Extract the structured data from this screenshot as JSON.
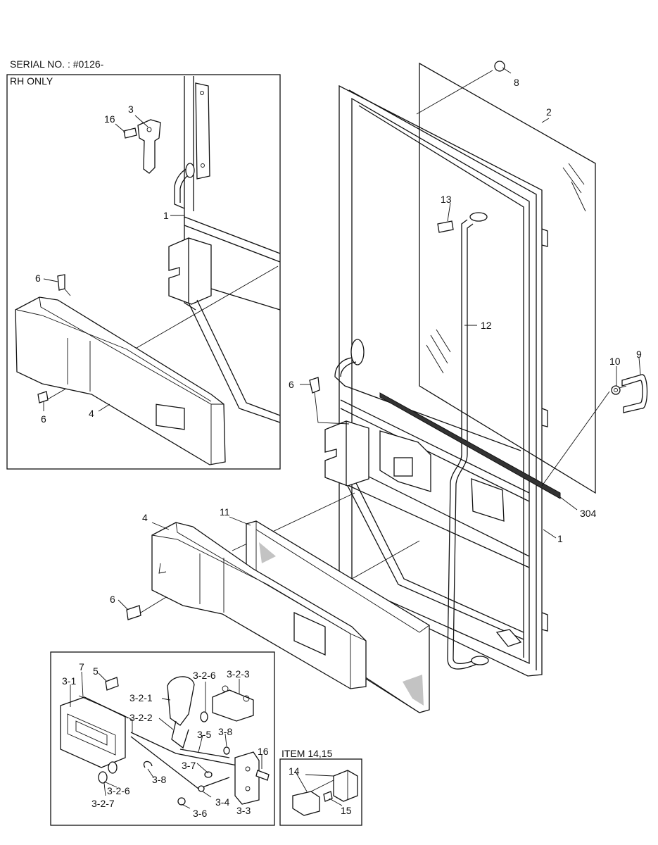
{
  "header": {
    "serial": "SERIAL NO. : #0126-",
    "rh_only": "RH ONLY"
  },
  "inset_item": {
    "label": "ITEM 14,15"
  },
  "callouts": {
    "c8": "8",
    "c2": "2",
    "c13": "13",
    "c12": "12",
    "c10": "10",
    "c9": "9",
    "c6_main": "6",
    "c304": "304",
    "c1_main": "1",
    "c4_main": "4",
    "c11": "11",
    "c6_bottom": "6",
    "c3": "3",
    "c16_top": "16",
    "c1_inset": "1",
    "c6_inset_a": "6",
    "c6_inset_b": "6",
    "c4_inset": "4",
    "c7": "7",
    "c5": "5",
    "c3_1": "3-1",
    "c3_2_1": "3-2-1",
    "c3_2_6_a": "3-2-6",
    "c3_2_3": "3-2-3",
    "c3_2_2": "3-2-2",
    "c3_5": "3-5",
    "c3_8_a": "3-8",
    "c16_bottom": "16",
    "c3_7": "3-7",
    "c3_8_b": "3-8",
    "c3_2_6_b": "3-2-6",
    "c3_2_7": "3-2-7",
    "c3_4": "3-4",
    "c3_6": "3-6",
    "c3_3": "3-3",
    "c14": "14",
    "c15": "15"
  }
}
